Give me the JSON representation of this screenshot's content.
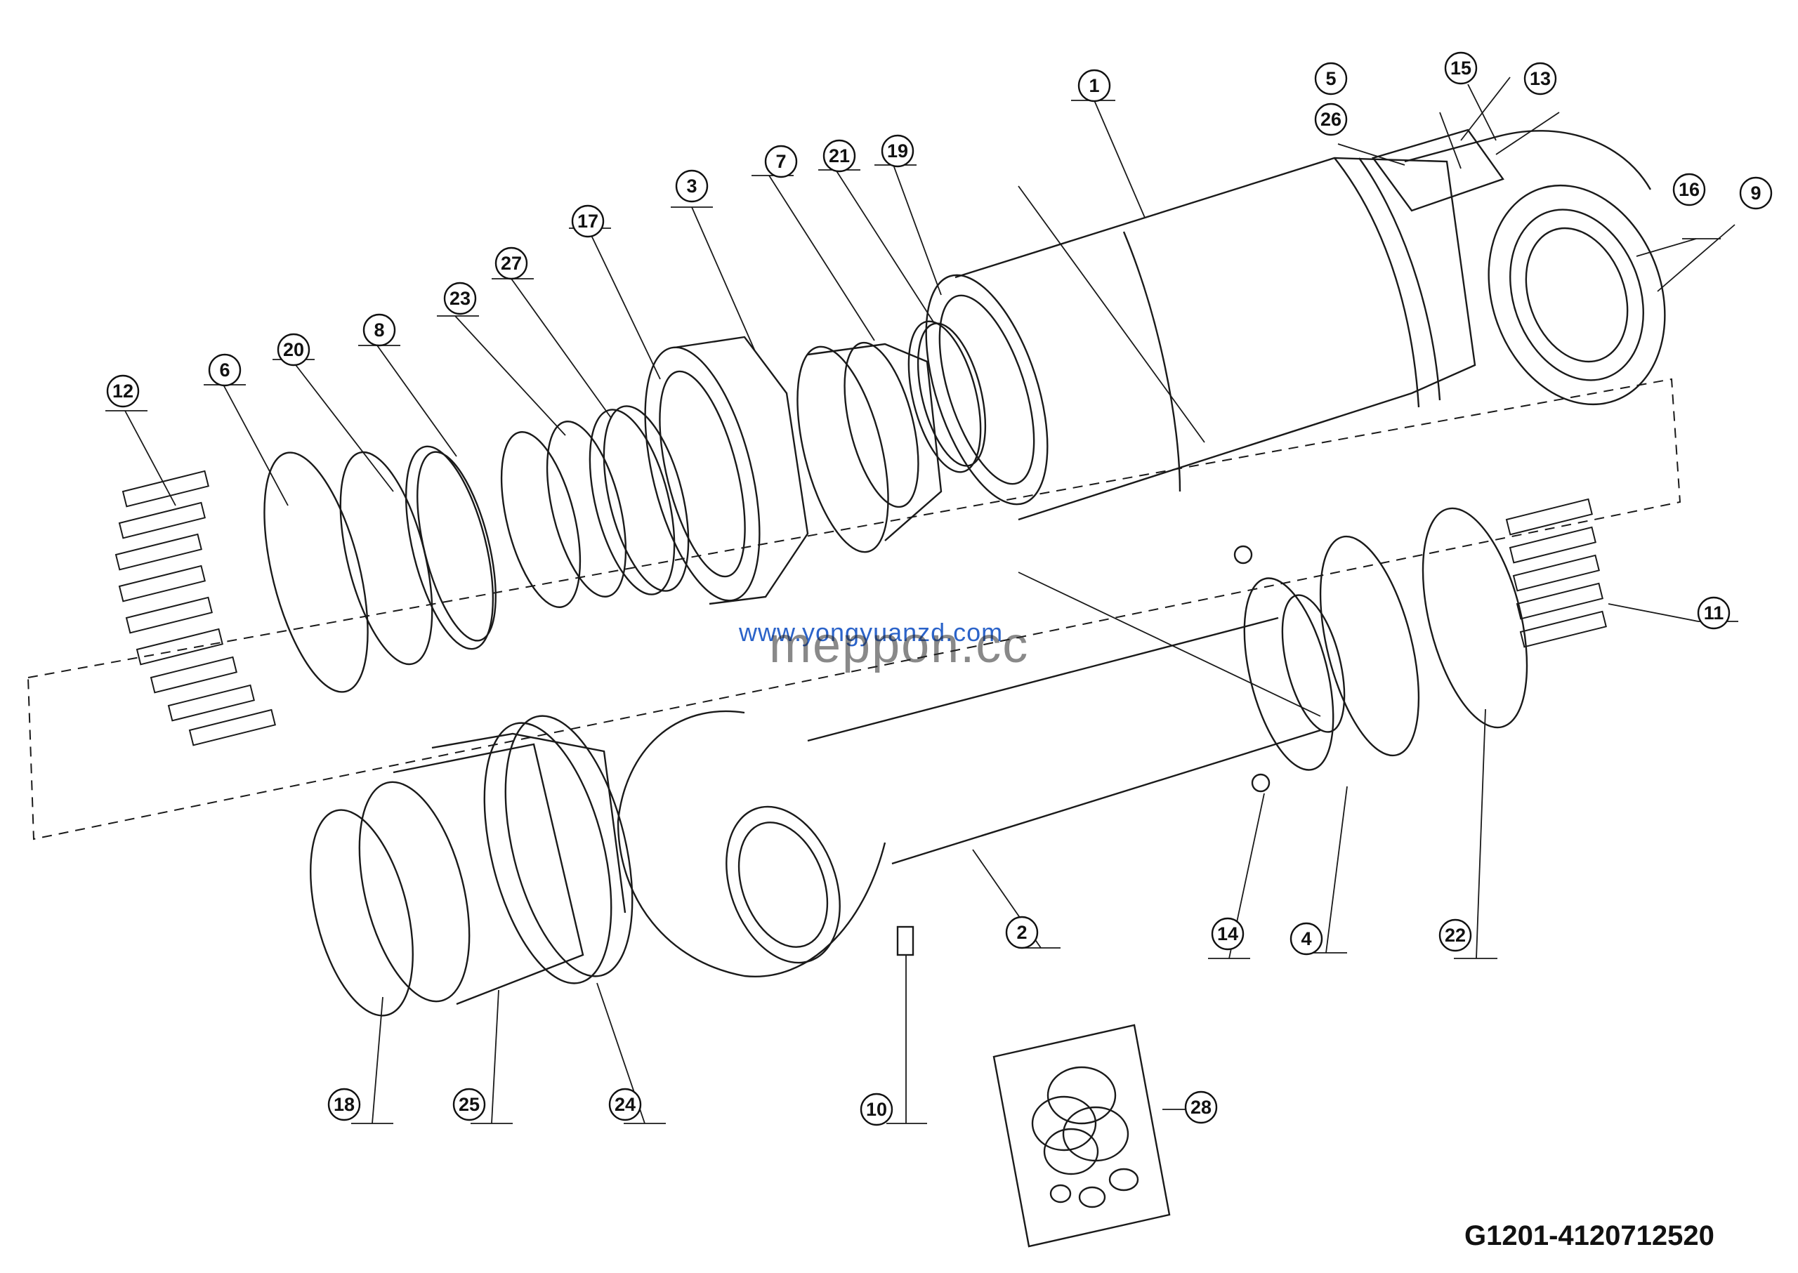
{
  "drawing_code": "G1201-4120712520",
  "watermarks": [
    "www.yongyuanzd.com",
    "meppon.cc"
  ],
  "callouts": [
    "1",
    "2",
    "3",
    "4",
    "5",
    "6",
    "7",
    "8",
    "9",
    "10",
    "11",
    "12",
    "13",
    "14",
    "15",
    "16",
    "17",
    "18",
    "19",
    "20",
    "21",
    "22",
    "23",
    "24",
    "25",
    "26",
    "27",
    "28"
  ]
}
